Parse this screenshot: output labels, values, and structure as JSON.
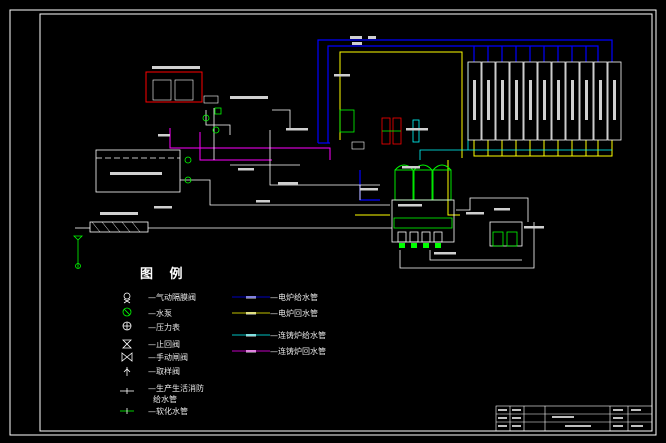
{
  "legend": {
    "title": "图  例",
    "items": [
      "—气动隔膜阀",
      "—水泵",
      "—压力表",
      "—止回阀",
      "—手动闸阀",
      "—取样阀",
      "—生产生活消防",
      "给水管",
      "—软化水管"
    ],
    "pipe_items": [
      "—电炉给水管",
      "—电炉回水管",
      "—连铸炉给水管",
      "—连铸炉回水管"
    ]
  },
  "colors": {
    "background": "#000000",
    "frame": "#ffffff",
    "supply_pipe": "#0000ff",
    "return_pipe": "#ffff00",
    "magenta_pipe": "#ff00ff",
    "cyan_pipe": "#00ffff",
    "green_equipment": "#00ff00",
    "red_building": "#ff0000",
    "white_pipe": "#ffffff"
  },
  "icons": [
    "diaphragm-valve-icon",
    "pump-icon",
    "pressure-gauge-icon",
    "check-valve-icon",
    "gate-valve-icon",
    "sampling-valve-icon"
  ]
}
